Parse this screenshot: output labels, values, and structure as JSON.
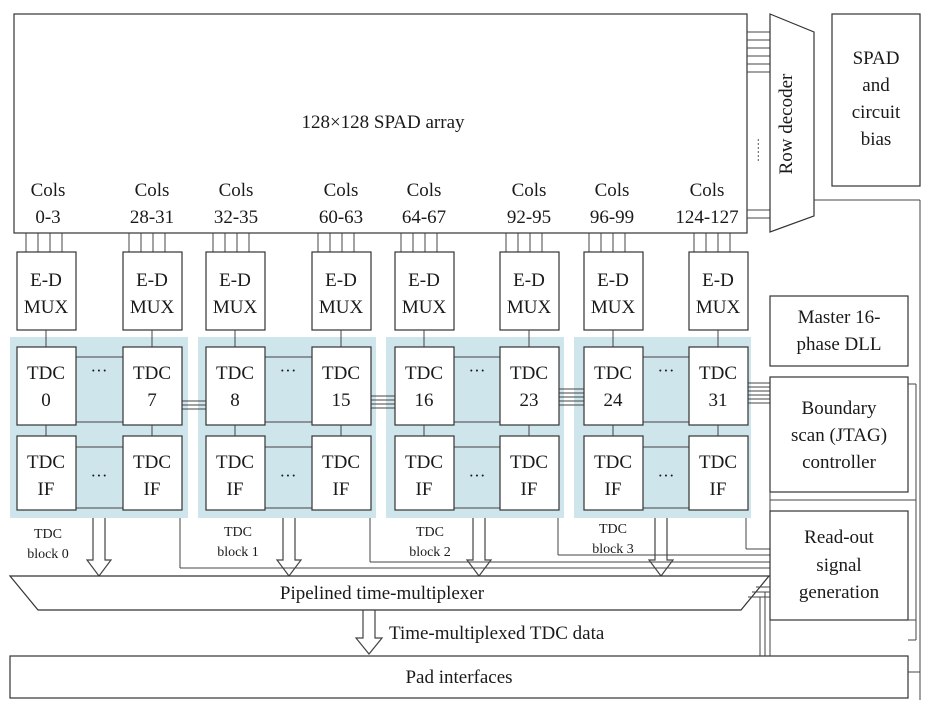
{
  "array": {
    "label": "128×128 SPAD array"
  },
  "column_groups": [
    {
      "line1": "Cols",
      "line2": "0-3"
    },
    {
      "line1": "Cols",
      "line2": "28-31"
    },
    {
      "line1": "Cols",
      "line2": "32-35"
    },
    {
      "line1": "Cols",
      "line2": "60-63"
    },
    {
      "line1": "Cols",
      "line2": "64-67"
    },
    {
      "line1": "Cols",
      "line2": "92-95"
    },
    {
      "line1": "Cols",
      "line2": "96-99"
    },
    {
      "line1": "Cols",
      "line2": "124-127"
    }
  ],
  "mux": {
    "line1": "E-D",
    "line2": "MUX"
  },
  "tdc_blocks": [
    {
      "label_line1": "TDC",
      "label_line2": "block 0",
      "tdc_first": "0",
      "tdc_last": "7"
    },
    {
      "label_line1": "TDC",
      "label_line2": "block 1",
      "tdc_first": "8",
      "tdc_last": "15"
    },
    {
      "label_line1": "TDC",
      "label_line2": "block 2",
      "tdc_first": "16",
      "tdc_last": "23"
    },
    {
      "label_line1": "TDC",
      "label_line2": "block 3",
      "tdc_first": "24",
      "tdc_last": "31"
    }
  ],
  "tdc": {
    "label": "TDC"
  },
  "tdc_if": {
    "line1": "TDC",
    "line2": "IF"
  },
  "ellipsis": "···",
  "row_decoder": {
    "label": "Row decoder",
    "dots": "······"
  },
  "bias": {
    "lines": [
      "SPAD",
      "and",
      "circuit",
      "bias"
    ]
  },
  "dll": {
    "lines": [
      "Master 16-",
      "phase DLL"
    ]
  },
  "jtag": {
    "lines": [
      "Boundary",
      "scan (JTAG)",
      "controller"
    ]
  },
  "readout": {
    "lines": [
      "Read-out",
      "signal",
      "generation"
    ]
  },
  "multiplexer": {
    "label": "Pipelined time-multiplexer"
  },
  "mux_output": {
    "label": "Time-multiplexed TDC data"
  },
  "pads": {
    "label": "Pad interfaces"
  }
}
